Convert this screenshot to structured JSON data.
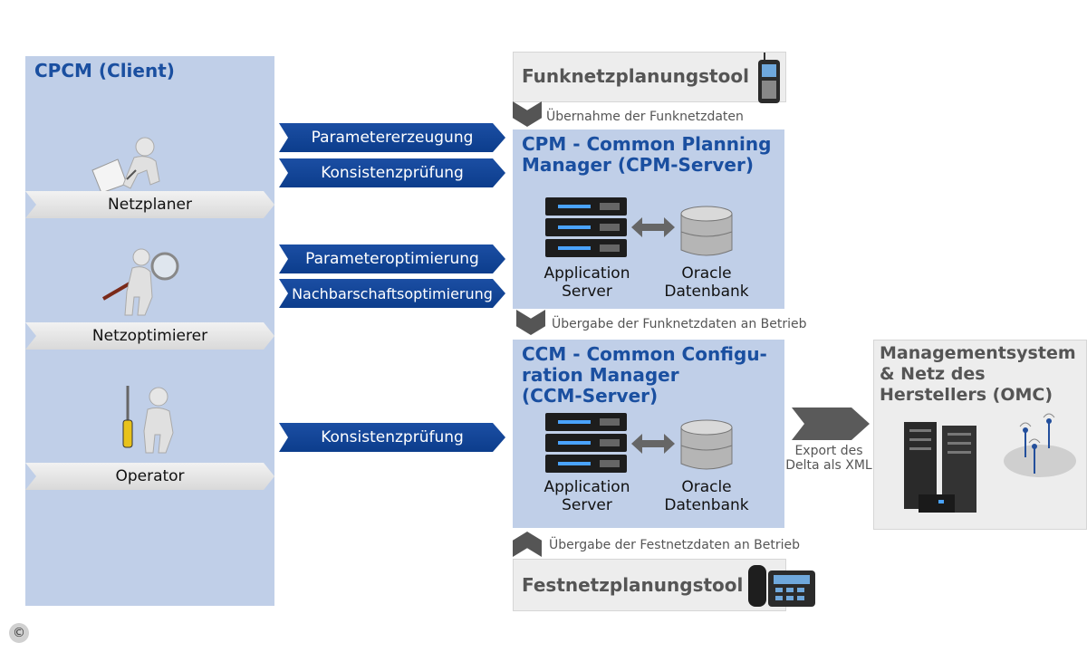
{
  "client": {
    "title": "CPCM (Client)",
    "roles": [
      "Netzplaner",
      "Netzoptimierer",
      "Operator"
    ]
  },
  "arrows": {
    "netzplaner": [
      "Parametererzeugung",
      "Konsistenzprüfung"
    ],
    "netzoptimierer": [
      "Parameteroptimierung",
      "Nachbarschaftsoptimierung"
    ],
    "operator": [
      "Konsistenzprüfung"
    ]
  },
  "funk_tool": {
    "title": "Funknetzplanungstool",
    "transfer": "Übernahme der Funknetzdaten"
  },
  "cpm": {
    "title_line1": "CPM - Common Planning",
    "title_line2": "Manager (CPM-Server)",
    "app_server": [
      "Application",
      "Server"
    ],
    "database": [
      "Oracle",
      "Datenbank"
    ],
    "transfer": "Übergabe der Funknetzdaten an Betrieb"
  },
  "ccm": {
    "title_line1": "CCM - Common Configu-",
    "title_line2": "ration Manager",
    "title_line3": "(CCM-Server)",
    "app_server": [
      "Application",
      "Server"
    ],
    "database": [
      "Oracle",
      "Datenbank"
    ]
  },
  "export": [
    "Export des",
    "Delta als XML"
  ],
  "omc": {
    "line1": "Managementsystem",
    "line2": "& Netz des",
    "line3": "Herstellers (OMC)"
  },
  "fest_tool": {
    "title": "Festnetzplanungstool",
    "transfer": "Übergabe der Festnetzdaten an Betrieb"
  },
  "copyright": "©",
  "colors": {
    "accent_blue": "#1a4fa0",
    "panel_blue": "#c0cfe8",
    "arrow_blue": "#0c3d8c",
    "grey_box": "#ededed"
  }
}
